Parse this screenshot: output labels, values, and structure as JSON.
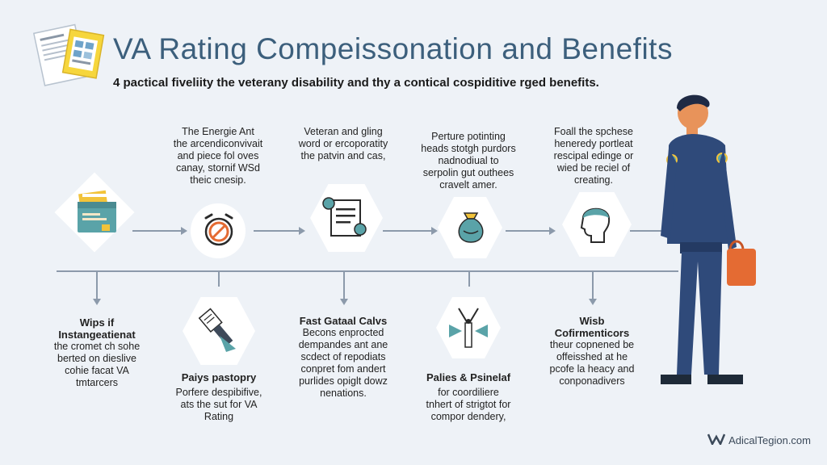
{
  "header": {
    "title": "VA Rating Compeissonation and Benefits",
    "subtitle": "4 pactical fiveliity the veterany disability and thy a contical cospiditive rged benefits."
  },
  "top_captions": [
    {
      "lines": [
        "The Energie Ant",
        "the arcendiconvivait",
        "and piece fol oves",
        "canay, stornif WSd",
        "theic cnesip."
      ]
    },
    {
      "lines": [
        "Veteran and gling",
        "word or ercoporatity",
        "the patvin and cas,"
      ]
    },
    {
      "lines": [
        "Perture potinting",
        "heads stotgh purdors",
        "nadnodiual to",
        "serpolin gut outhees",
        "cravelt amer."
      ]
    },
    {
      "lines": [
        "Foall the spchese",
        "heneredy portleat",
        "rescipal edinge or",
        "wied be reciel of",
        "creating."
      ]
    }
  ],
  "bottom_captions": [
    {
      "lines": [
        "Wips if",
        "Instangeatienat"
      ],
      "body": [
        "the cromet ch sohe",
        "berted on dieslive",
        "cohie facat VA",
        "tmtarcers"
      ]
    },
    {
      "lines": [
        "Paiys pastopry"
      ],
      "body": [
        "Porfere despibifive,",
        "ats the sut for VA",
        "Rating"
      ]
    },
    {
      "lines": [
        "Fast Gataal Calvs"
      ],
      "body": [
        "Becons enprocted",
        "dempandes ant ane",
        "scdect of repodiats",
        "conpret fom andert",
        "purlides opiglt dowz",
        "nenations."
      ]
    },
    {
      "lines": [
        "Palies & Psinelaf"
      ],
      "body": [
        "for coordiliere",
        "tnhert of strigtot for",
        "compor dendery,"
      ]
    },
    {
      "lines": [
        "Wisb",
        "Cofirmenticors"
      ],
      "body": [
        "theur copnened be",
        "offeisshed at he",
        "pcofe la heacy and",
        "conponadivers"
      ]
    }
  ],
  "footer": {
    "brand": "AdicalTegion.com"
  },
  "colors": {
    "title": "#3c5f7c",
    "teal": "#5aa3a8",
    "accent_orange": "#e46b33",
    "navy": "#2f4a7a",
    "background": "#eef2f7"
  }
}
